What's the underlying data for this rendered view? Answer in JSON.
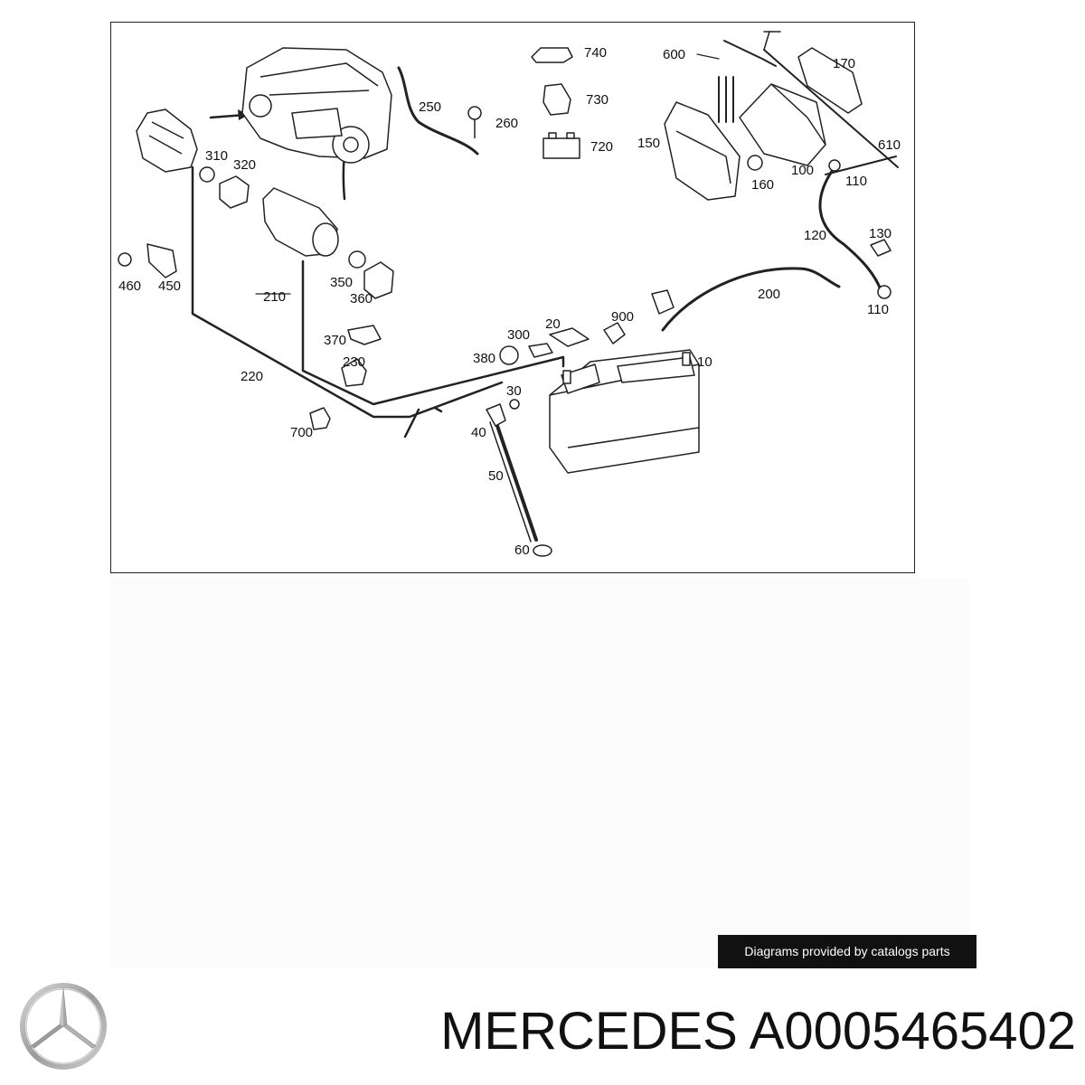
{
  "diagram": {
    "callouts": [
      {
        "id": "c740",
        "text": "740"
      },
      {
        "id": "c730",
        "text": "730"
      },
      {
        "id": "c720",
        "text": "720"
      },
      {
        "id": "c250",
        "text": "250"
      },
      {
        "id": "c260",
        "text": "260"
      },
      {
        "id": "c600",
        "text": "600"
      },
      {
        "id": "c170",
        "text": "170"
      },
      {
        "id": "c150",
        "text": "150"
      },
      {
        "id": "c610",
        "text": "610"
      },
      {
        "id": "c100",
        "text": "100"
      },
      {
        "id": "c110a",
        "text": "110"
      },
      {
        "id": "c160",
        "text": "160"
      },
      {
        "id": "c310",
        "text": "310"
      },
      {
        "id": "c320",
        "text": "320"
      },
      {
        "id": "c460",
        "text": "460"
      },
      {
        "id": "c450",
        "text": "450"
      },
      {
        "id": "c350",
        "text": "350"
      },
      {
        "id": "c360",
        "text": "360"
      },
      {
        "id": "c210",
        "text": "210"
      },
      {
        "id": "c370",
        "text": "370"
      },
      {
        "id": "c230",
        "text": "230"
      },
      {
        "id": "c220",
        "text": "220"
      },
      {
        "id": "c300",
        "text": "300"
      },
      {
        "id": "c20",
        "text": "20"
      },
      {
        "id": "c900",
        "text": "900"
      },
      {
        "id": "c380",
        "text": "380"
      },
      {
        "id": "c200",
        "text": "200"
      },
      {
        "id": "c120",
        "text": "120"
      },
      {
        "id": "c130",
        "text": "130"
      },
      {
        "id": "c110b",
        "text": "110"
      },
      {
        "id": "c10",
        "text": "10"
      },
      {
        "id": "c30",
        "text": "30"
      },
      {
        "id": "c40",
        "text": "40"
      },
      {
        "id": "c700",
        "text": "700"
      },
      {
        "id": "c50",
        "text": "50"
      },
      {
        "id": "c60",
        "text": "60"
      }
    ]
  },
  "credit": "Diagrams provided by catalogs parts",
  "footer": {
    "brand": "MERCEDES",
    "part_number": "A0005465402",
    "title": "MERCEDES A0005465402"
  },
  "logo_icon": "mercedes-star-icon"
}
